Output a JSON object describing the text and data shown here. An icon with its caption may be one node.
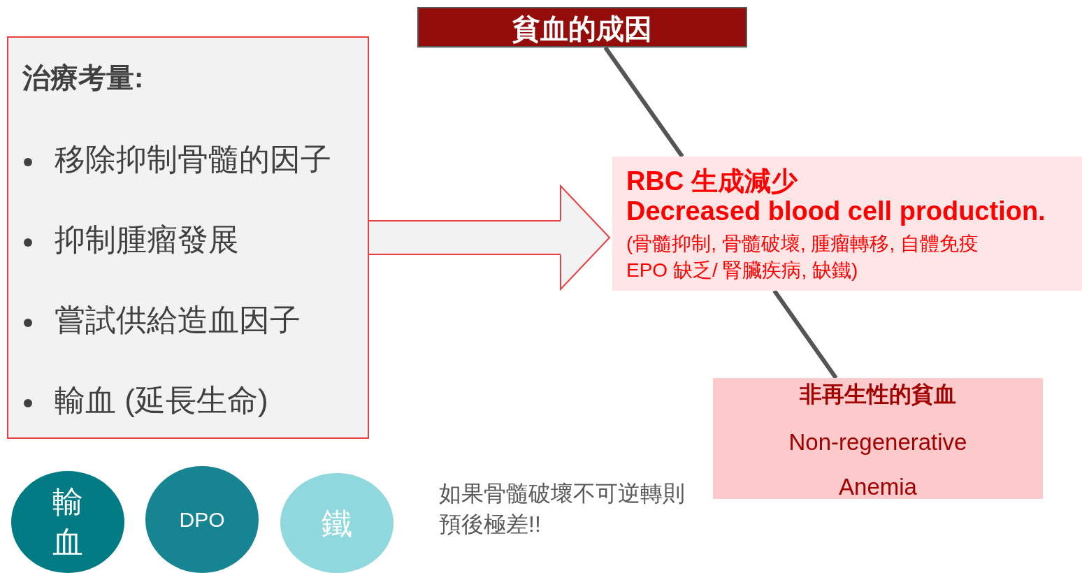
{
  "diagram": {
    "nodes": [
      {
        "text": [
          "貧血的成因"
        ]
      },
      {
        "text": [
          "治療考量:",
          "移除抑制骨髓的因子",
          "抑制腫瘤發展",
          "嘗試供給造血因子",
          "輸血 (延長生命)"
        ]
      },
      {
        "text": [
          "RBC 生成減少",
          "Decreased blood cell production.",
          "(骨髓抑制, 骨髓破壞, 腫瘤轉移, 自體免疫 EPO 缺乏/ 腎臟疾病, 缺鐵)"
        ]
      },
      {
        "text": [
          "非再生性的貧血",
          "Non-regenerative Anemia"
        ]
      },
      {
        "text": [
          "輸血"
        ]
      },
      {
        "text": [
          "DPO"
        ]
      },
      {
        "text": [
          "鐵"
        ]
      }
    ],
    "edges": [
      {
        "from": 0,
        "to": 2,
        "arrow": "none"
      },
      {
        "from": 2,
        "to": 3,
        "arrow": "none"
      },
      {
        "from": 1,
        "to": 2,
        "arrow": "to"
      }
    ],
    "labels": [
      "如果骨髓破壞不可逆轉則預後極差!!"
    ]
  }
}
